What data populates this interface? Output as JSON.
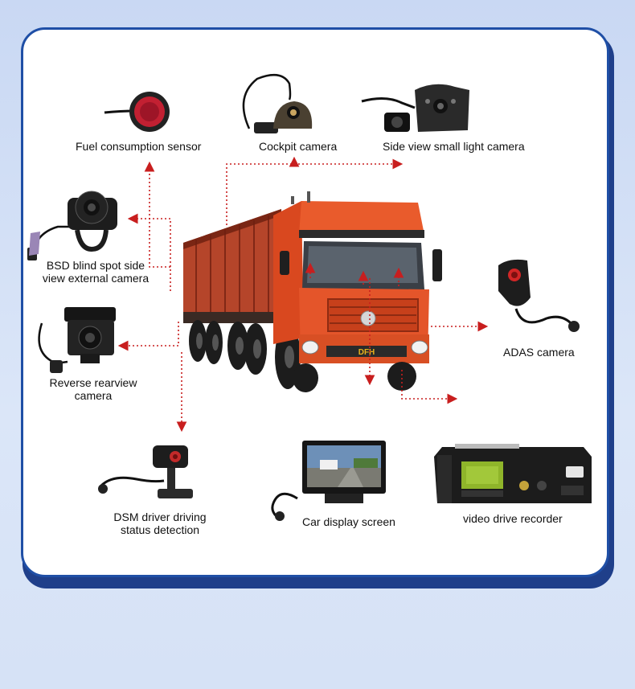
{
  "labels": {
    "fuel": "Fuel consumption sensor",
    "cockpit": "Cockpit camera",
    "sideview": "Side view small light camera",
    "bsd_line1": "BSD blind spot side",
    "bsd_line2": "view external camera",
    "reverse_line1": "Reverse rearview",
    "reverse_line2": "camera",
    "adas": "ADAS camera",
    "dsm_line1": "DSM driver driving",
    "dsm_line2": "status detection",
    "display": "Car display screen",
    "recorder": "video drive recorder"
  },
  "truck_grille_text": "DFH",
  "colors": {
    "border": "#1f4fa6",
    "arrow": "#c81e1e",
    "truck": "#e2542a"
  }
}
